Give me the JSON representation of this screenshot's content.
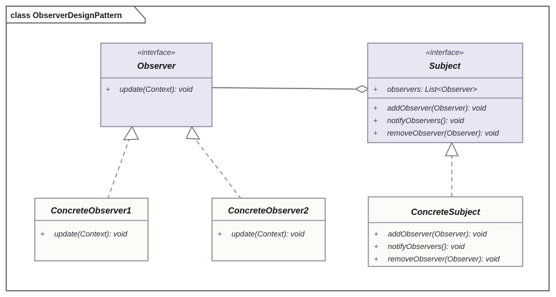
{
  "diagram": {
    "frame_label": "class ObserverDesignPattern",
    "kind": "uml-class-diagram",
    "colors": {
      "interface_fill": "#e9e6f4",
      "interface_header_fill": "#e5e1f1",
      "concrete_fill": "#fdfbf7",
      "border": "#8a8796",
      "frame_border": "#5f5f65",
      "line": "#6e6b78",
      "dashed_line": "#8c8a95",
      "background": "#ffffff",
      "text": "#141414"
    },
    "classes": [
      {
        "id": "observer",
        "name": "Observer",
        "stereotype": "«interface»",
        "kind": "interface",
        "attributes": [],
        "operations": [
          {
            "visibility": "+",
            "signature": "update(Context): void"
          }
        ]
      },
      {
        "id": "subject",
        "name": "Subject",
        "stereotype": "«interface»",
        "kind": "interface",
        "attributes": [
          {
            "visibility": "+",
            "signature": "observers: List<Observer>"
          }
        ],
        "operations": [
          {
            "visibility": "+",
            "signature": "addObserver(Observer): void"
          },
          {
            "visibility": "+",
            "signature": "notifyObservers(): void"
          },
          {
            "visibility": "+",
            "signature": "removeObserver(Observer): void"
          }
        ]
      },
      {
        "id": "concrete-observer-1",
        "name": "ConcreteObserver1",
        "stereotype": "",
        "kind": "class",
        "attributes": [],
        "operations": [
          {
            "visibility": "+",
            "signature": "update(Context): void"
          }
        ]
      },
      {
        "id": "concrete-observer-2",
        "name": "ConcreteObserver2",
        "stereotype": "",
        "kind": "class",
        "attributes": [],
        "operations": [
          {
            "visibility": "+",
            "signature": "update(Context): void"
          }
        ]
      },
      {
        "id": "concrete-subject",
        "name": "ConcreteSubject",
        "stereotype": "",
        "kind": "class",
        "attributes": [],
        "operations": [
          {
            "visibility": "+",
            "signature": "addObserver(Observer): void"
          },
          {
            "visibility": "+",
            "signature": "notifyObservers(): void"
          },
          {
            "visibility": "+",
            "signature": "removeObserver(Observer): void"
          }
        ]
      }
    ],
    "relationships": [
      {
        "id": "subject-aggregates-observer",
        "type": "aggregation",
        "from": "subject",
        "to": "observer",
        "style": "solid",
        "end_marker": "hollow-diamond"
      },
      {
        "id": "concrete-observer-1-realizes-observer",
        "type": "realization",
        "from": "concrete-observer-1",
        "to": "observer",
        "style": "dashed",
        "end_marker": "hollow-triangle"
      },
      {
        "id": "concrete-observer-2-realizes-observer",
        "type": "realization",
        "from": "concrete-observer-2",
        "to": "observer",
        "style": "dashed",
        "end_marker": "hollow-triangle"
      },
      {
        "id": "concrete-subject-realizes-subject",
        "type": "realization",
        "from": "concrete-subject",
        "to": "subject",
        "style": "dashed",
        "end_marker": "hollow-triangle"
      }
    ]
  }
}
